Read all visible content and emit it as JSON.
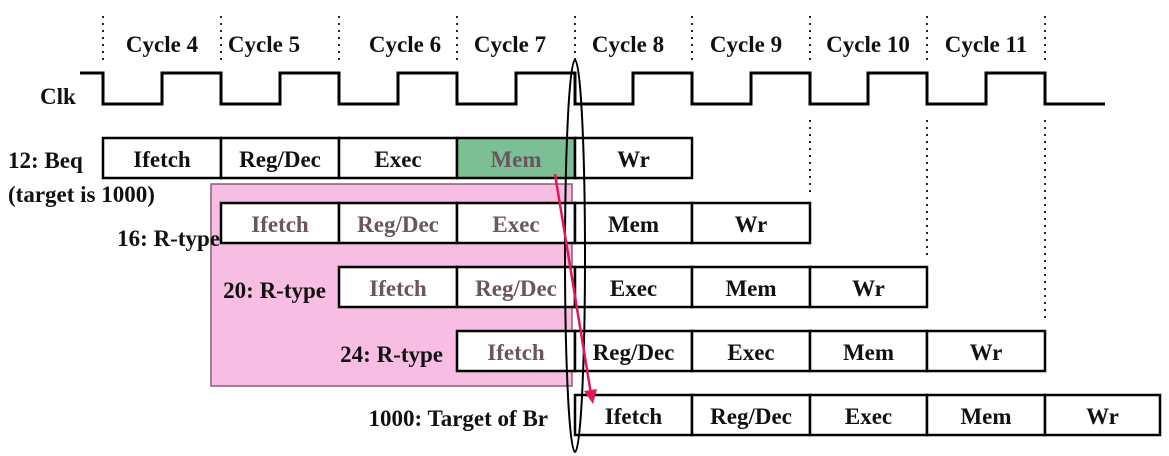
{
  "clock_label": "Clk",
  "cycles": [
    "Cycle 4",
    "Cycle 5",
    "Cycle 6",
    "Cycle 7",
    "Cycle 8",
    "Cycle 9",
    "Cycle 10",
    "Cycle 11"
  ],
  "instructions": [
    {
      "label": "12: Beq",
      "note": "(target is 1000)",
      "stages": [
        "Ifetch",
        "Reg/Dec",
        "Exec",
        "Mem",
        "Wr"
      ]
    },
    {
      "label": "16: R-type",
      "stages": [
        "Ifetch",
        "Reg/Dec",
        "Exec",
        "Mem",
        "Wr"
      ]
    },
    {
      "label": "20: R-type",
      "stages": [
        "Ifetch",
        "Reg/Dec",
        "Exec",
        "Mem",
        "Wr"
      ]
    },
    {
      "label": "24: R-type",
      "stages": [
        "Ifetch",
        "Reg/Dec",
        "Exec",
        "Mem",
        "Wr"
      ]
    },
    {
      "label": "1000: Target of Br",
      "stages": [
        "Ifetch",
        "Reg/Dec",
        "Exec",
        "Mem",
        "Wr"
      ]
    }
  ],
  "colors": {
    "squash_region": "#f7bde3",
    "mem_highlight": "#7dbf95",
    "branch_arrow": "#e0185a"
  }
}
